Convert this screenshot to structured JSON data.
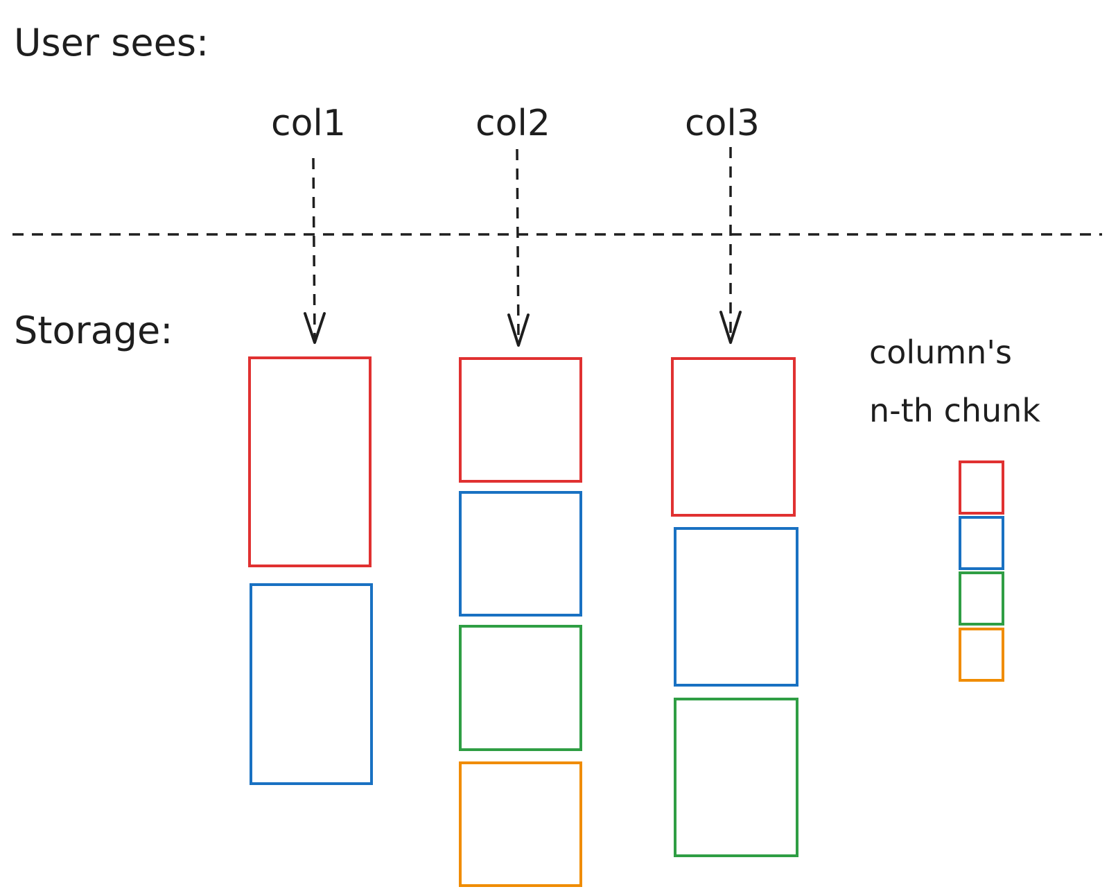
{
  "user_section_label": "User sees:",
  "storage_section_label": "Storage:",
  "columns": [
    {
      "name": "col1",
      "chunk_colors": [
        "red",
        "blue"
      ]
    },
    {
      "name": "col2",
      "chunk_colors": [
        "red",
        "blue",
        "green",
        "orange"
      ]
    },
    {
      "name": "col3",
      "chunk_colors": [
        "red",
        "blue",
        "green"
      ]
    }
  ],
  "legend": {
    "label_line1": "column's",
    "label_line2": "n-th chunk",
    "chunk_colors": [
      "red",
      "blue",
      "green",
      "orange"
    ]
  },
  "colors": {
    "red": "#e03131",
    "blue": "#1971c2",
    "green": "#2f9e44",
    "orange": "#f08c00",
    "ink": "#1e1e1e"
  }
}
